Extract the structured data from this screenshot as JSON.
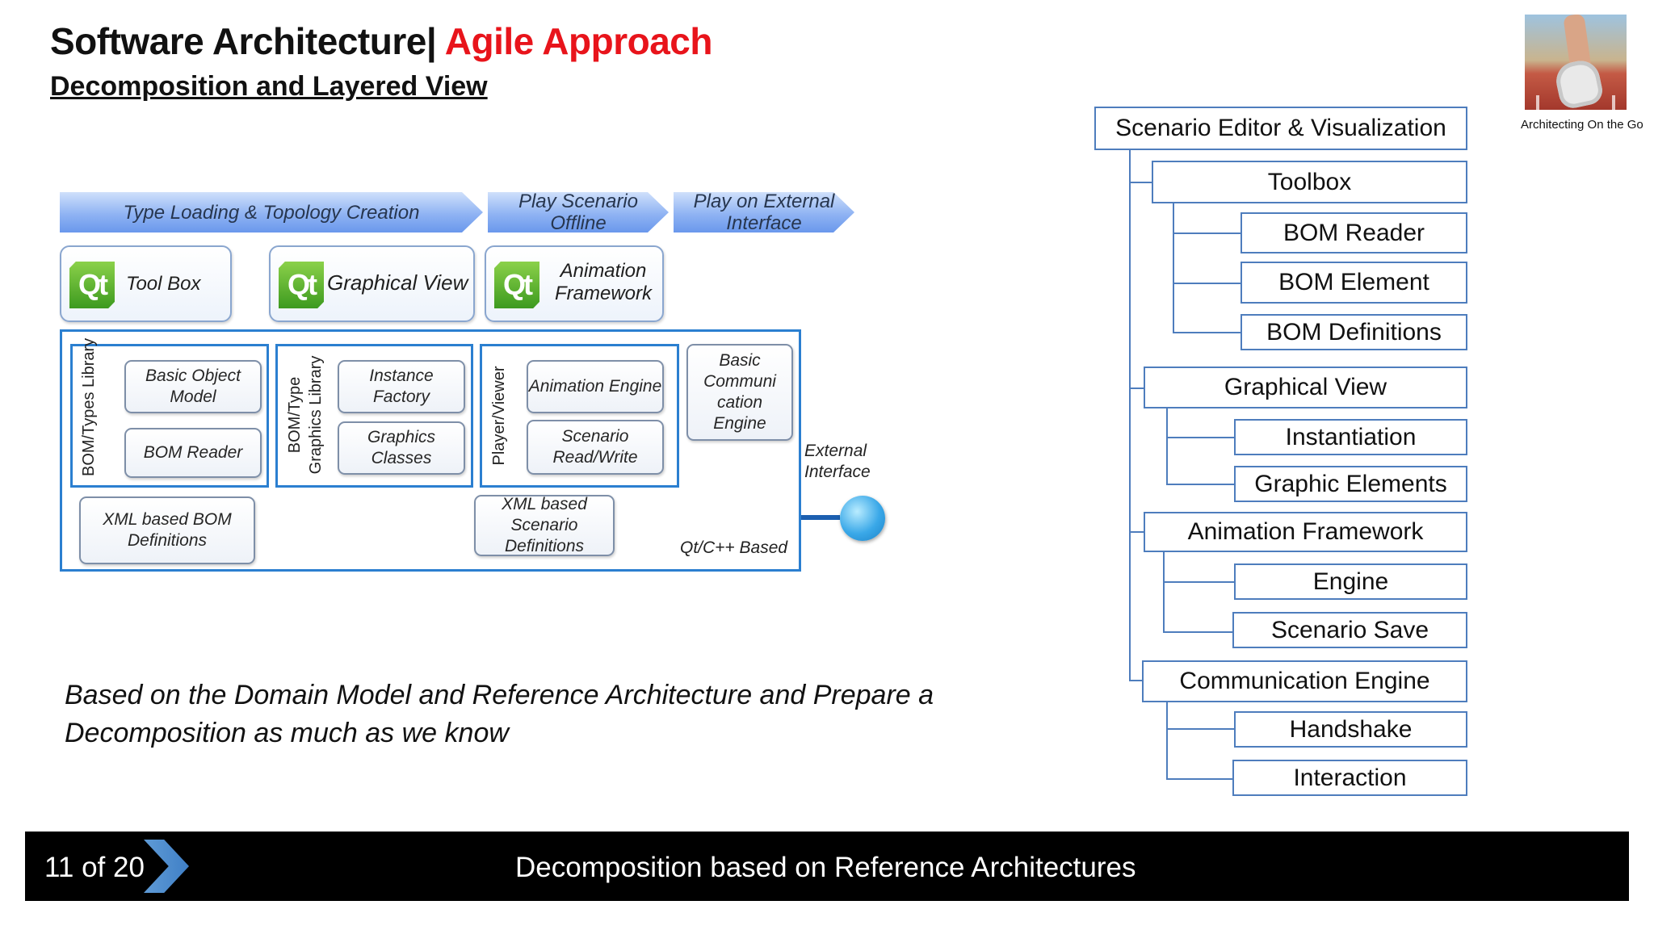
{
  "header": {
    "title_main": "Software Architecture",
    "title_sep": "|",
    "title_accent": "Agile Approach",
    "subtitle": "Decomposition and Layered View"
  },
  "logo": {
    "caption": "Architecting On the Go"
  },
  "diagram": {
    "phases": [
      "Type Loading & Topology Creation",
      "Play Scenario Offline",
      "Play on External Interface"
    ],
    "qt_boxes": [
      "Tool Box",
      "Graphical View",
      "Animation Framework"
    ],
    "qt_logo_text": "Qt",
    "groups": [
      {
        "label": "BOM/Types Library",
        "boxes": [
          "Basic Object Model",
          "BOM Reader"
        ]
      },
      {
        "label": "BOM/Type Graphics Library",
        "boxes": [
          "Instance Factory",
          "Graphics Classes"
        ]
      },
      {
        "label": "Player/Viewer",
        "boxes": [
          "Animation Engine",
          "Scenario Read/Write"
        ]
      }
    ],
    "comm_engine": "Basic Communi cation Engine",
    "xml_bom": "XML based BOM Definitions",
    "xml_scenario": "XML based Scenario Definitions",
    "platform": "Qt/C++ Based",
    "external": "External Interface"
  },
  "caption": {
    "line1": "Based on the Domain Model and Reference Architecture and Prepare a",
    "line2": "Decomposition as much as we know"
  },
  "tree": {
    "root": "Scenario Editor & Visualization",
    "branches": [
      {
        "label": "Toolbox",
        "children": [
          "BOM Reader",
          "BOM Element",
          "BOM Definitions"
        ]
      },
      {
        "label": "Graphical View",
        "children": [
          "Instantiation",
          "Graphic Elements"
        ]
      },
      {
        "label": "Animation Framework",
        "children": [
          "Engine",
          "Scenario Save"
        ]
      },
      {
        "label": "Communication Engine",
        "children": [
          "Handshake",
          "Interaction"
        ]
      }
    ]
  },
  "footer": {
    "page_current": "11",
    "page_of": "of",
    "page_total": "20",
    "section_title": "Decomposition based on Reference Architectures"
  },
  "colors": {
    "accent": "#e8141b",
    "diagram_blue": "#2b7fd0",
    "tree_line": "#4e7dbd",
    "footer_bg": "#000000",
    "connector": "#3aa8e8"
  }
}
